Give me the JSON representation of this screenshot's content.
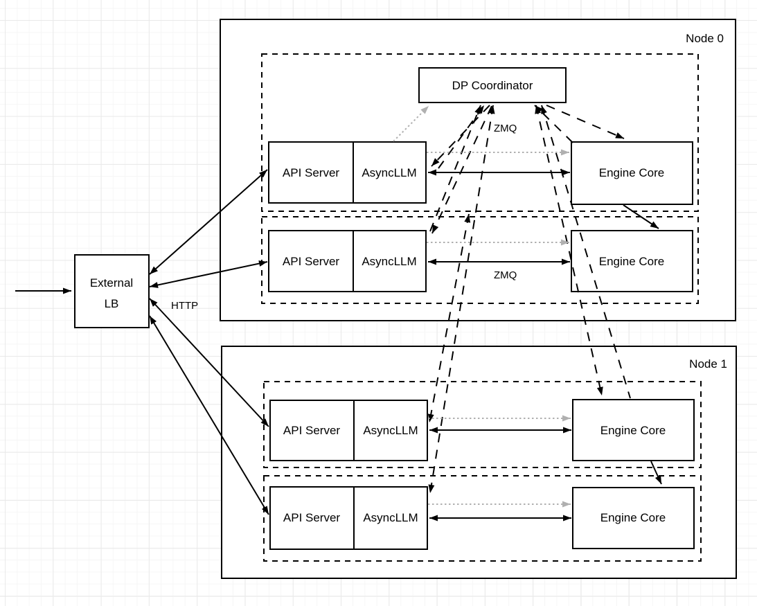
{
  "colors": {
    "line": "#000000",
    "muted_line": "#b0b0b0",
    "box_fill": "#ffffff",
    "grid_minor": "#f6f6f6",
    "grid_major": "#e9e9e9"
  },
  "external_lb": {
    "line1": "External",
    "line2": "LB"
  },
  "labels": {
    "http": "HTTP",
    "zmq_top": "ZMQ",
    "zmq_row2": "ZMQ"
  },
  "node0": {
    "label": "Node 0",
    "dp_coordinator": "DP Coordinator",
    "rows": [
      {
        "api_server": "API Server",
        "async_llm": "AsyncLLM",
        "engine_core": "Engine Core"
      },
      {
        "api_server": "API Server",
        "async_llm": "AsyncLLM",
        "engine_core": "Engine Core"
      }
    ]
  },
  "node1": {
    "label": "Node 1",
    "rows": [
      {
        "api_server": "API Server",
        "async_llm": "AsyncLLM",
        "engine_core": "Engine Core"
      },
      {
        "api_server": "API Server",
        "async_llm": "AsyncLLM",
        "engine_core": "Engine Core"
      }
    ]
  }
}
